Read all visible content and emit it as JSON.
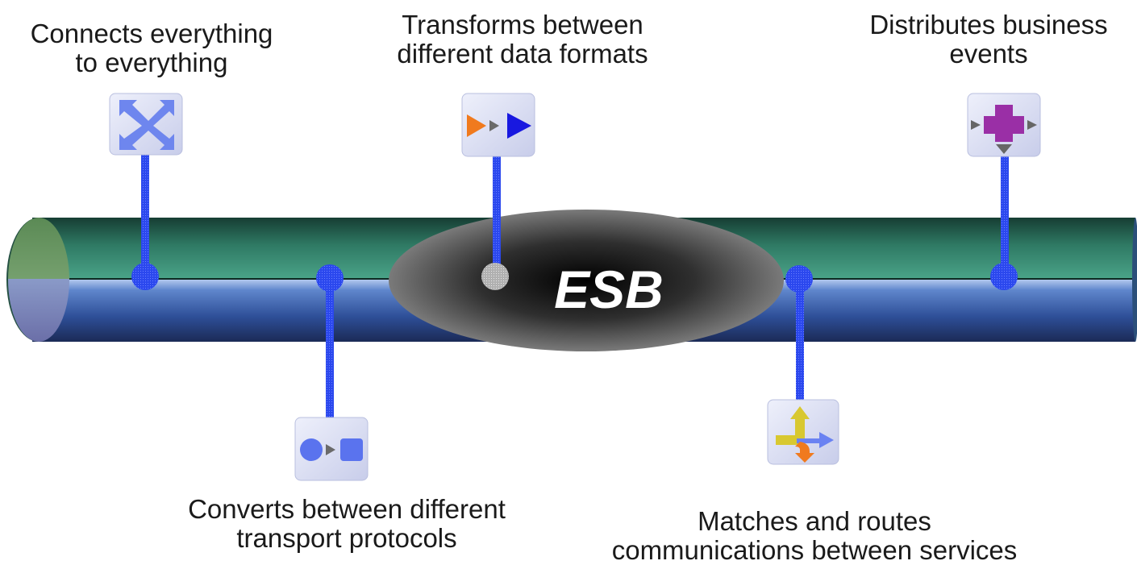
{
  "bus_label": "ESB",
  "captions": [
    {
      "id": "connects",
      "lines": [
        "Connects everything",
        "to everything"
      ]
    },
    {
      "id": "transforms",
      "lines": [
        "Transforms between",
        "different data formats"
      ]
    },
    {
      "id": "distributes",
      "lines": [
        "Distributes business",
        "events"
      ]
    },
    {
      "id": "converts",
      "lines": [
        "Converts between different",
        "transport protocols"
      ]
    },
    {
      "id": "routes",
      "lines": [
        "Matches and routes",
        "communications between services"
      ]
    }
  ],
  "icons": {
    "connects": "cross-arrows-icon",
    "transforms": "transform-arrows-icon",
    "distributes": "distribute-plus-icon",
    "converts": "protocol-convert-icon",
    "routes": "route-split-icon"
  },
  "colors": {
    "tube_top": "#2a6e5c",
    "tube_bottom": "#2d4f9a",
    "connector": "#1f3fe0",
    "ellipse": "#4a4a4a"
  }
}
